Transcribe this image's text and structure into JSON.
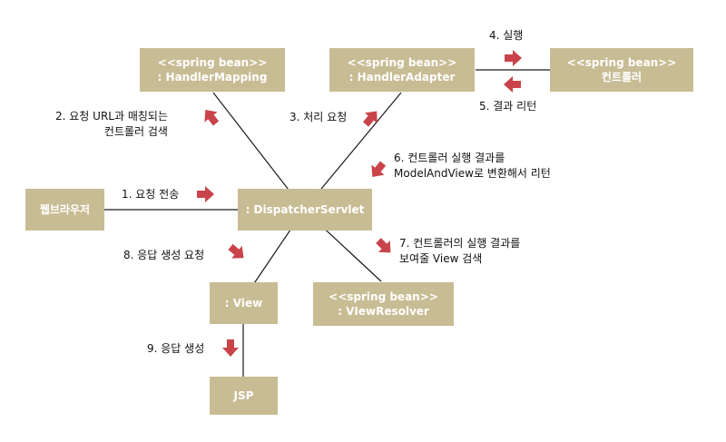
{
  "colors": {
    "box_fill": "#c8bc94",
    "box_text": "#ffffff",
    "arrow": "#c9444a",
    "line": "#1a1a1a"
  },
  "nodes": {
    "handler_mapping": {
      "line1": "<<spring bean>>",
      "line2": ": HandlerMapping"
    },
    "handler_adapter": {
      "line1": "<<spring bean>>",
      "line2": ": HandlerAdapter"
    },
    "controller": {
      "line1": "<<spring bean>>",
      "line2": "컨트롤러"
    },
    "web_browser": {
      "line1": "웹브라우저"
    },
    "dispatcher_servlet": {
      "line1": ": DispatcherServlet"
    },
    "view": {
      "line1": ": View"
    },
    "view_resolver": {
      "line1": "<<spring bean>>",
      "line2": ": VIewResolver"
    },
    "jsp": {
      "line1": "JSP"
    }
  },
  "steps": {
    "s1": {
      "line1": "1. 요청 전송"
    },
    "s2": {
      "line1": "2. 요청 URL과 매칭되는",
      "line2": "컨트롤러 검색"
    },
    "s3": {
      "line1": "3. 처리 요청"
    },
    "s4": {
      "line1": "4. 실행"
    },
    "s5": {
      "line1": "5. 결과 리턴"
    },
    "s6": {
      "line1": "6. 컨트롤러 실행 결과를",
      "line2": "ModelAndView로 변환해서 리턴"
    },
    "s7": {
      "line1": "7. 컨트롤러의 실행 결과를",
      "line2": "보여줄 View 검색"
    },
    "s8": {
      "line1": "8. 응답 생성 요청"
    },
    "s9": {
      "line1": "9. 응답 생성"
    }
  }
}
